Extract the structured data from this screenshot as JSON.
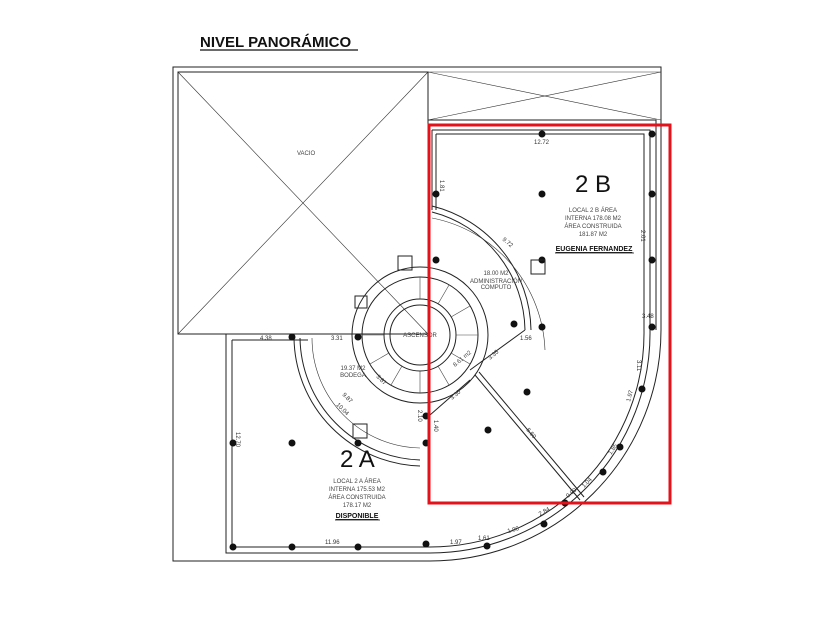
{
  "title": "NIVEL PANORÁMICO",
  "void_label": "VACIO",
  "elevator_label": "ASCENSOR",
  "units": [
    {
      "id": "2A",
      "name": "2 A",
      "lines": [
        "LOCAL 2 A ÁREA",
        "INTERNA 175.53 M2",
        "ÁREA CONSTRUIDA",
        "178.17 M2"
      ],
      "status": "DISPONIBLE"
    },
    {
      "id": "2B",
      "name": "2 B",
      "lines": [
        "LOCAL 2 B ÁREA",
        "INTERNA 178.08 M2",
        "ÁREA CONSTRUIDA",
        "181.87  M2"
      ],
      "status": "EUGENIA FERNANDEZ"
    }
  ],
  "rooms": {
    "admin": [
      "18.00 M2",
      "ADMINISTRACIÓN",
      "COMPUTO"
    ],
    "bodega": [
      "19.37 M2",
      "BODEGA"
    ],
    "small": "8.61 m2"
  },
  "dimensions": {
    "d1272": "12.72",
    "d181": "1.81",
    "d201": "2.01",
    "d972": "9.72",
    "d348": "3.48",
    "d156": "1.56",
    "d335": "3.35",
    "d330": "3.30",
    "d140": "1.40",
    "d311": "3.11",
    "d197a": "1.97",
    "d185": "1.85",
    "d550": "5.50",
    "d104": "1.04",
    "d090": "0.90",
    "d284": "2.84",
    "d196": "1.96",
    "d161": "1.61",
    "d197b": "1.97",
    "d1196": "11.96",
    "d438": "4.38",
    "d331": "3.31",
    "d987": "9.87",
    "d1004": "10.04",
    "d387": "3.87",
    "d210": "2.10",
    "d1270": "12.70"
  },
  "colors": {
    "highlight": "#e3121b",
    "ink": "#222222"
  }
}
